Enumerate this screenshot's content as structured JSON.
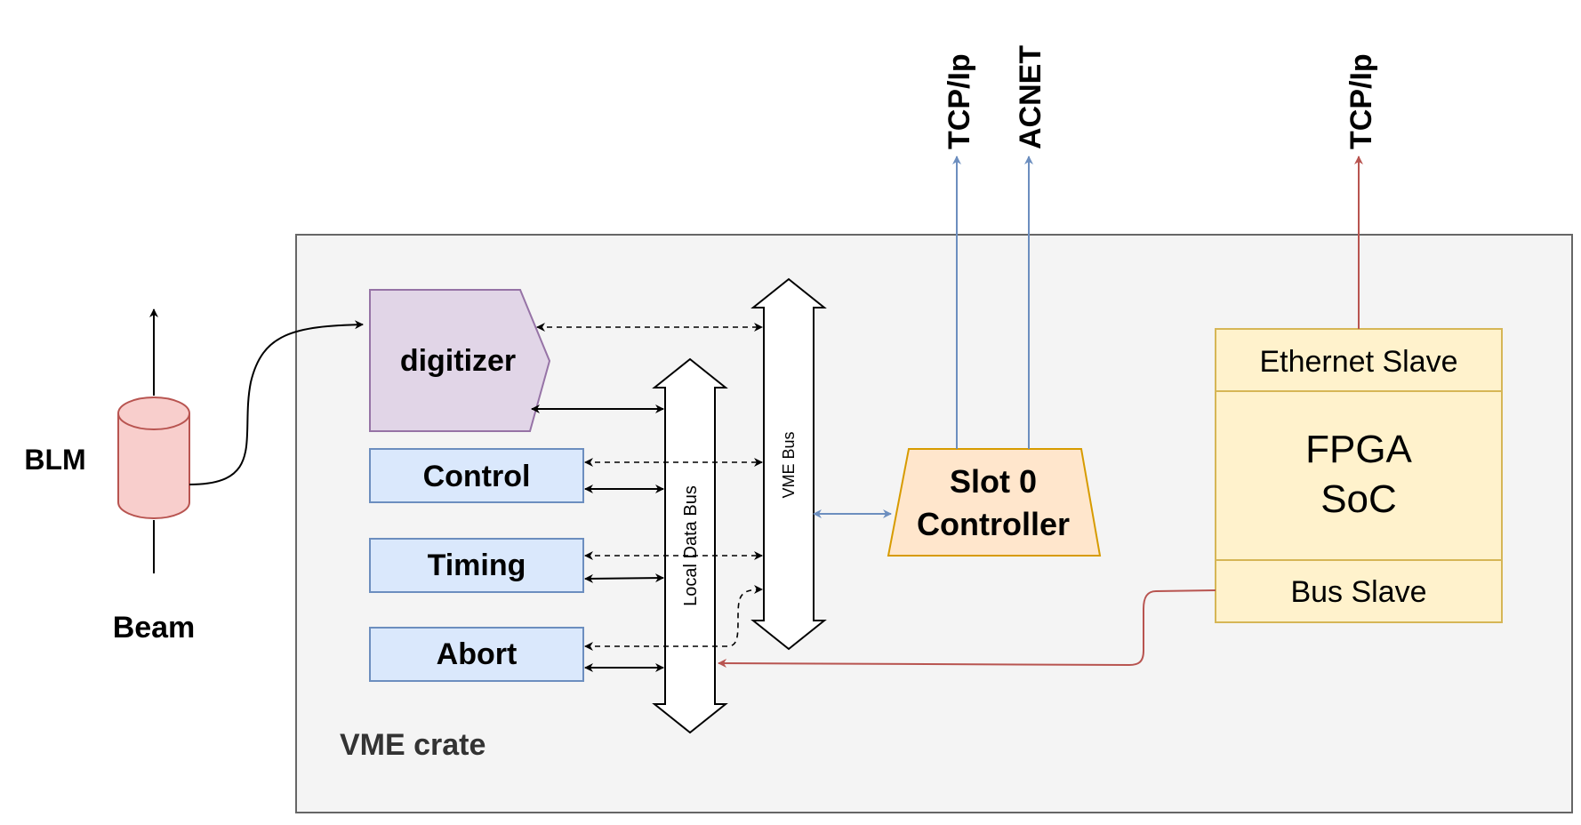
{
  "blm": {
    "label": "BLM"
  },
  "beam": {
    "label": "Beam"
  },
  "crate": {
    "label": "VME crate"
  },
  "modules": {
    "digitizer": "digitizer",
    "control": "Control",
    "timing": "Timing",
    "abort": "Abort"
  },
  "buses": {
    "local": "Local Data Bus",
    "vme": "VME Bus"
  },
  "slot0": {
    "line1": "Slot 0",
    "line2": "Controller"
  },
  "fpga": {
    "top": "Ethernet Slave",
    "line1": "FPGA",
    "line2": "SoC",
    "bottom": "Bus Slave"
  },
  "outputs": {
    "tcp1": "TCP/Ip",
    "acnet": "ACNET",
    "tcp2": "TCP/Ip"
  },
  "colors": {
    "crate_fill": "#f4f4f4",
    "digitizer_fill": "#e1d5e7",
    "digitizer_stroke": "#9673a6",
    "module_fill": "#dae8fc",
    "module_stroke": "#6c8ebf",
    "slot0_fill": "#ffe6cc",
    "slot0_stroke": "#d79b00",
    "fpga_fill": "#fff2cc",
    "fpga_stroke": "#d6b656",
    "blm_fill": "#f8cecc",
    "blm_stroke": "#b85450",
    "blue_line": "#6c8ebf",
    "red_line": "#b85450"
  }
}
